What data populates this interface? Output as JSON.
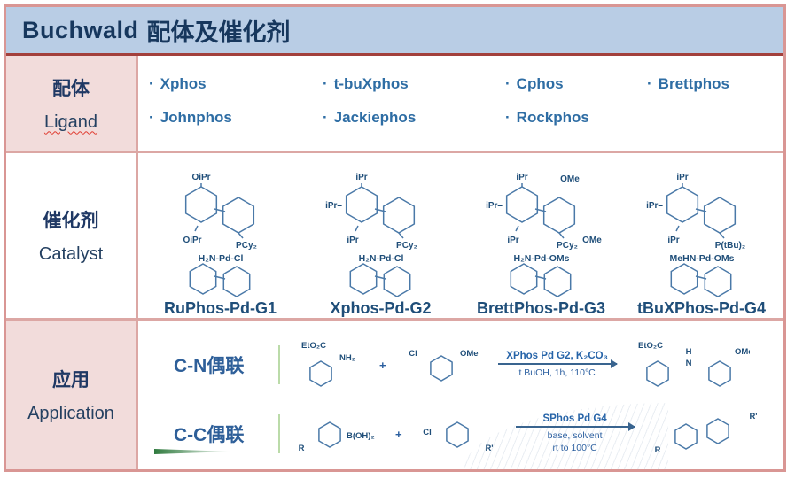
{
  "header": {
    "title_en": "Buchwald",
    "title_zh": "配体及催化剂"
  },
  "row_labels": {
    "ligand_zh": "配体",
    "ligand_en": "Ligand",
    "catalyst_zh": "催化剂",
    "catalyst_en": "Catalyst",
    "application_zh": "应用",
    "application_en": "Application"
  },
  "bullet": "·",
  "ligands": [
    "Xphos",
    "t-buXphos",
    "Cphos",
    "Brettphos",
    "Johnphos",
    "Jackiephos",
    "Rockphos"
  ],
  "catalysts": [
    {
      "name": "RuPhos-Pd-G1",
      "top": "OiPr",
      "bottom": "OiPr",
      "p": "PCy₂",
      "pd_line": "H₂N-Pd-Cl"
    },
    {
      "name": "Xphos-Pd-G2",
      "top": "iPr",
      "left": "iPr–",
      "bottom": "iPr",
      "p": "PCy₂",
      "pd_line": "H₂N-Pd-Cl"
    },
    {
      "name": "BrettPhos-Pd-G3",
      "top": "iPr",
      "left": "iPr–",
      "bottom": "iPr",
      "top2": "OMe",
      "right": "OMe",
      "p": "PCy₂",
      "pd_line": "H₂N-Pd-OMs"
    },
    {
      "name": "tBuXPhos-Pd-G4",
      "top": "iPr",
      "left": "iPr–",
      "bottom": "iPr",
      "p": "P(tBu)₂",
      "pd_line": "MeHN-Pd-OMs"
    }
  ],
  "reactions": [
    {
      "label": "C-N偶联",
      "r1a": "EtO₂C",
      "r1b": "NH₂",
      "plus": "+",
      "r2a": "Cl",
      "r2b": "OMe",
      "cond_top": "XPhos Pd G2, K₂CO₃",
      "cond_bottom": "t BuOH, 1h, 110°C",
      "pa": "EtO₂C",
      "ph": "H",
      "pn": "N",
      "pb": "OMe"
    },
    {
      "label": "C-C偶联",
      "r1a": "R",
      "r1b": "B(OH)₂",
      "plus": "+",
      "r2a": "Cl",
      "r2b": "R'",
      "cond_top": "SPhos Pd G4",
      "cond_bottom": "base, solvent",
      "cond_bottom2": "rt to 100°C",
      "pa": "R",
      "pb": "R'"
    }
  ],
  "colors": {
    "outer_border": "#D99694",
    "grid_line": "#DCA7A4",
    "header_bg": "#B9CDE5",
    "header_accent": "#A3403C",
    "header_text": "#17375D",
    "left_cell_bg": "#F2DCDB",
    "label_navy": "#1F3864",
    "ligand_blue": "#2E6DA4",
    "catalyst_name_blue": "#1F4E79",
    "structure_stroke": "#4A79A8",
    "condition_blue": "#2563A8",
    "green_divider": "#BBDBA9",
    "swoosh_green": "#3E8E4E"
  }
}
